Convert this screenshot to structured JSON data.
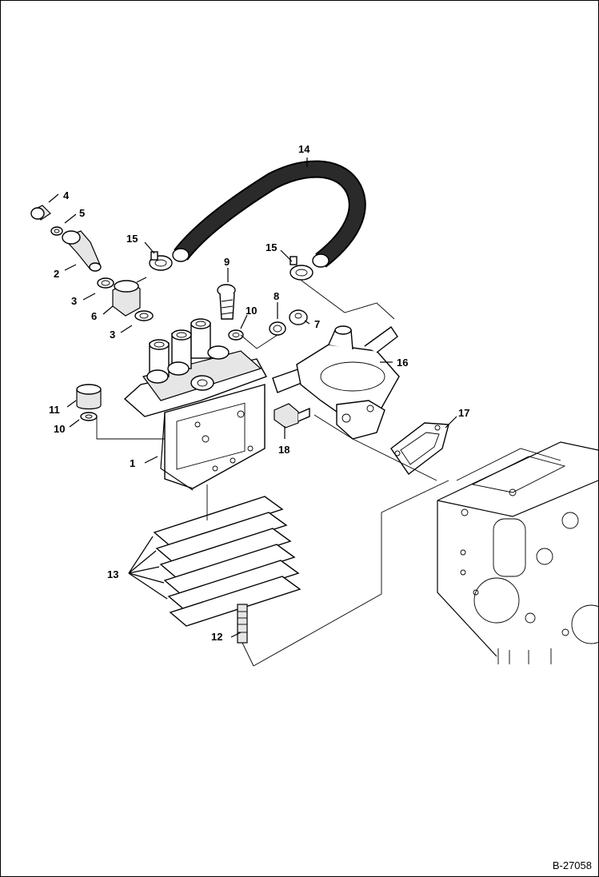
{
  "figure_id": "B-27058",
  "callouts": [
    "1",
    "2",
    "3",
    "3",
    "4",
    "5",
    "6",
    "7",
    "8",
    "9",
    "10",
    "10",
    "11",
    "12",
    "13",
    "14",
    "15",
    "15",
    "16",
    "17",
    "18"
  ]
}
